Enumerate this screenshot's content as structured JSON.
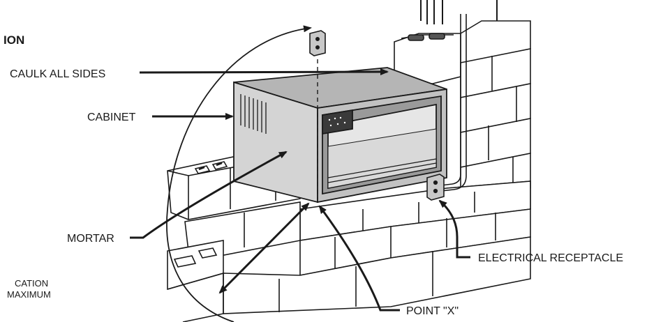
{
  "heading": "ION",
  "labels": {
    "caulk": "CAULK ALL SIDES",
    "cabinet": "CABINET",
    "mortar": "MORTAR",
    "receptacle": "ELECTRICAL RECEPTACLE",
    "point_x": "POINT \"X\"",
    "location_line1": "CATION",
    "location_line2": "MAXIMUM"
  },
  "colors": {
    "line": "#1a1a1a",
    "cabinet_top": "#b5b5b5",
    "cabinet_side": "#d4d4d4",
    "cabinet_front": "#c2c2c2",
    "interior": "#9a9a9a",
    "brick": "#ffffff",
    "panel": "#3a3a3a"
  }
}
